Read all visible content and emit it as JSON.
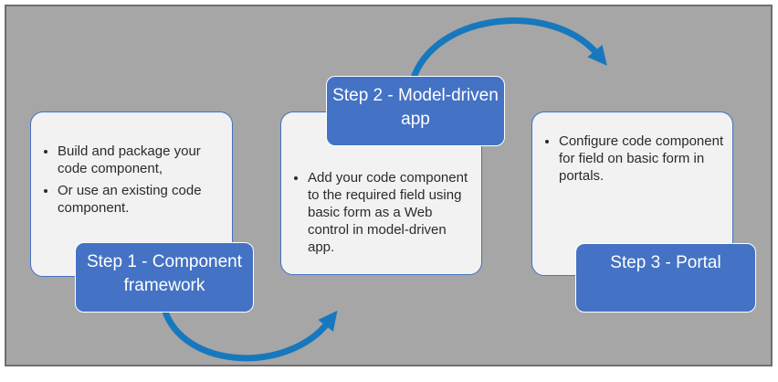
{
  "colors": {
    "canvas-bg": "#a6a6a6",
    "canvas-border": "#6e6e6e",
    "card-fill": "#f2f2f2",
    "accent": "#4472c4",
    "accent-border": "#ffffff",
    "arrow": "#1778be",
    "body-text": "#2b2b2b",
    "label-text": "#ffffff"
  },
  "steps": [
    {
      "label": "Step 1 - Component framework",
      "bullets": [
        "Build and package your code component,",
        "Or use an existing code component."
      ]
    },
    {
      "label": "Step 2 - Model-driven app",
      "bullets": [
        "Add your code component to the required field using basic form as a Web control in model-driven app."
      ]
    },
    {
      "label": "Step 3 - Portal",
      "bullets": [
        "Configure code component for field on basic form in portals."
      ]
    }
  ]
}
